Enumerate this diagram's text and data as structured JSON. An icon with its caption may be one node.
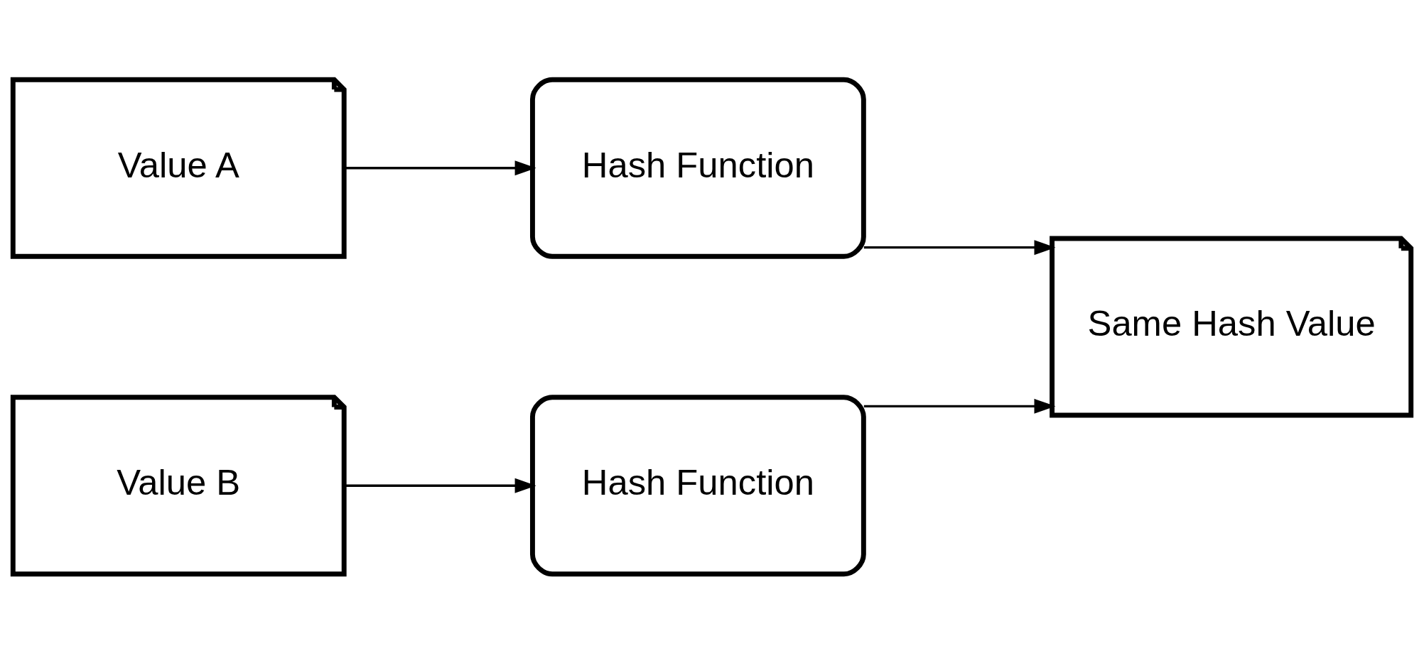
{
  "diagram": {
    "nodes": [
      {
        "text": [
          "Value A"
        ]
      },
      {
        "text": [
          "Hash Function"
        ]
      },
      {
        "text": [
          "Value B"
        ]
      },
      {
        "text": [
          "Hash Function"
        ]
      },
      {
        "text": [
          "Same Hash Value"
        ]
      }
    ],
    "edges": [
      {
        "from": 0,
        "to": 1,
        "arrow": "to"
      },
      {
        "from": 2,
        "to": 3,
        "arrow": "to"
      },
      {
        "from": 1,
        "to": 4,
        "arrow": "to"
      },
      {
        "from": 3,
        "to": 4,
        "arrow": "to"
      }
    ]
  }
}
